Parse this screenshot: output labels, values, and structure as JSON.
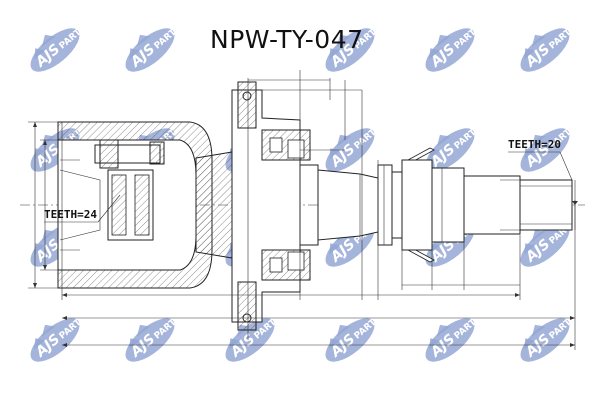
{
  "title": "NPW-TY-047",
  "labels": {
    "teeth_inner": "TEETH=24",
    "teeth_outer": "TEETH=20"
  },
  "watermark": {
    "brand_big": "AJS",
    "brand_small": "PARTS",
    "icon": "ajs-parts-logo"
  },
  "colors": {
    "watermark": "#3d5fb0",
    "drawing": "#222222"
  }
}
